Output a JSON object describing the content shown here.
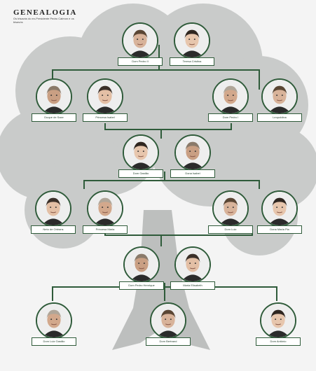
{
  "header": {
    "title": "GENEALOGIA",
    "subtitle": "Os trisavós do ex-Presidente Pedro Calmon e os bisavós"
  },
  "colors": {
    "line": "#2f5b3a",
    "tree": "#c9cbca",
    "trunk": "#bdbfbe",
    "background": "#f4f4f4"
  },
  "people": [
    {
      "label": "Dom Pedro II"
    },
    {
      "label": "Teresa Cristina"
    },
    {
      "label": "Duque de Saxe"
    },
    {
      "label": "Princesa Isabel"
    },
    {
      "label": "Dom Pedro I"
    },
    {
      "label": "Leopoldina"
    },
    {
      "label": "Dom Gastão"
    },
    {
      "label": "Dona Isabel"
    },
    {
      "label": "Neto de Orléans"
    },
    {
      "label": "Princesa Maria"
    },
    {
      "label": "Dom Luiz"
    },
    {
      "label": "Dona Maria Pia"
    },
    {
      "label": "Dom Pedro Henrique"
    },
    {
      "label": "Maria Elisabeth"
    },
    {
      "label": "Dom Luiz Gastão"
    },
    {
      "label": "Dom Bertrand"
    },
    {
      "label": "Dom Antônio"
    }
  ],
  "icons": {
    "portrait": "person-portrait-icon"
  }
}
